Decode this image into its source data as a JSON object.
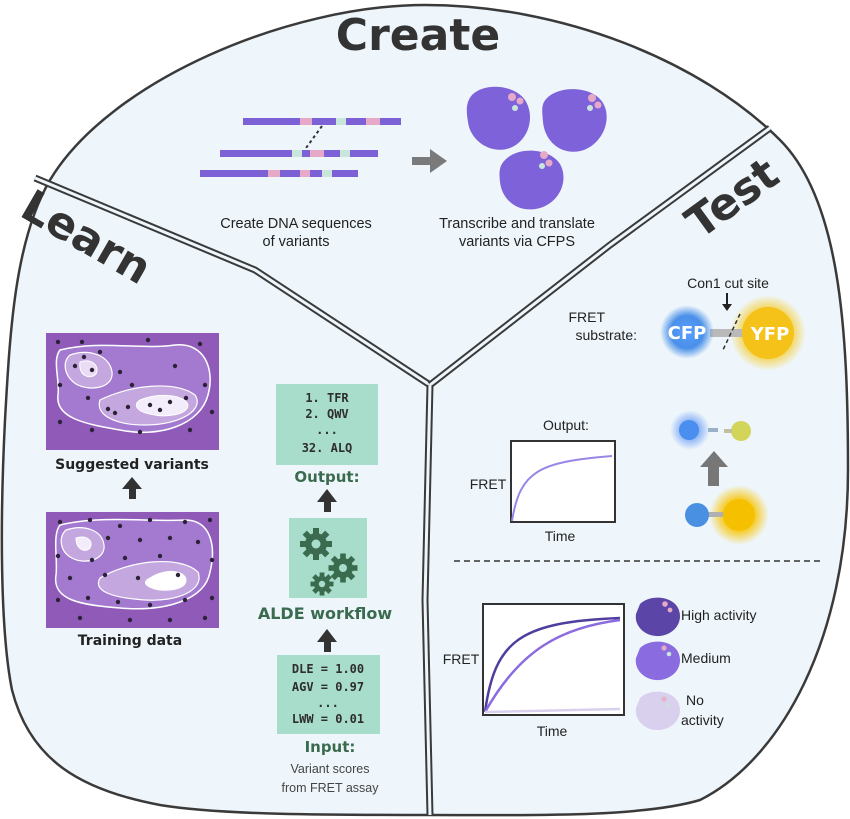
{
  "sections": {
    "create": "Create",
    "learn": "Learn",
    "test": "Test"
  },
  "create": {
    "dna_caption_1": "Create DNA sequences",
    "dna_caption_2": "of variants",
    "cfps_caption_1": "Transcribe and translate",
    "cfps_caption_2": "variants via CFPS"
  },
  "learn": {
    "suggested_label": "Suggested variants",
    "training_label": "Training data",
    "output_list": [
      "1. TFR",
      "2. QWV",
      "...",
      "32. ALQ"
    ],
    "output_label": "Output:",
    "workflow_label": "ALDE workflow",
    "input_list": [
      "DLE = 1.00",
      "AGV = 0.97",
      "...",
      "LWW = 0.01"
    ],
    "input_label": "Input:",
    "input_caption_1": "Variant scores",
    "input_caption_2": "from FRET assay"
  },
  "test": {
    "cut_site": "Con1 cut site",
    "substrate_1": "FRET",
    "substrate_2": "substrate:",
    "cfp": "CFP",
    "yfp": "YFP",
    "output_label": "Output:",
    "plot1_ylabel": "FRET",
    "plot1_xlabel": "Time",
    "plot2_ylabel": "FRET",
    "plot2_xlabel": "Time",
    "legend_high": "High activity",
    "legend_medium": "Medium",
    "legend_none_1": "No",
    "legend_none_2": "activity"
  },
  "colors": {
    "panel_bg": "#eef6fb",
    "outline": "#3a3a3a",
    "protein": "#7e62d9",
    "green_box": "#9fd6c3",
    "purple_map": "#8f5ab8",
    "cfp": "#4f92e6",
    "yfp": "#f2c21b",
    "high": "#5b45a6",
    "medium": "#8a6be0",
    "none": "#d9d0ee"
  }
}
